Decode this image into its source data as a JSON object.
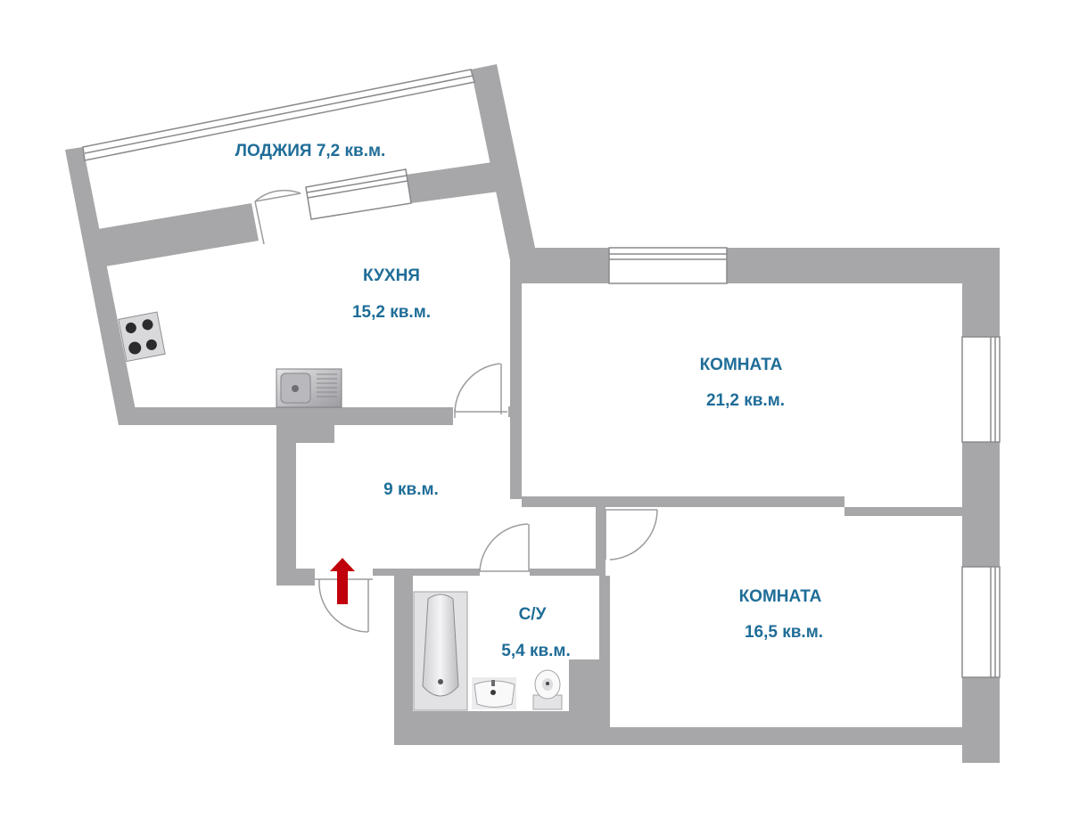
{
  "colors": {
    "wall": "#a7a7a9",
    "label": "#1f6d98",
    "floor": "#ffffff",
    "door_line": "#9c9ca0",
    "window_frame": "#8a8a8e",
    "entrance_arrow": "#c0000a"
  },
  "rooms": {
    "loggia": {
      "name": "ЛОДЖИЯ 7,2 кв.м."
    },
    "kitchen": {
      "name": "КУХНЯ",
      "area": "15,2 кв.м."
    },
    "room_large": {
      "name": "КОМНАТА",
      "area": "21,2 кв.м."
    },
    "hall": {
      "area": "9 кв.м."
    },
    "bathroom": {
      "name": "С/У",
      "area": "5,4 кв.м."
    },
    "room_small": {
      "name": "КОМНАТА",
      "area": "16,5 кв.м."
    }
  },
  "fixtures": [
    "stove-icon",
    "sink-icon",
    "bathtub-icon",
    "washbasin-icon",
    "toilet-icon"
  ],
  "entrance": {
    "icon": "entrance-arrow-icon"
  }
}
